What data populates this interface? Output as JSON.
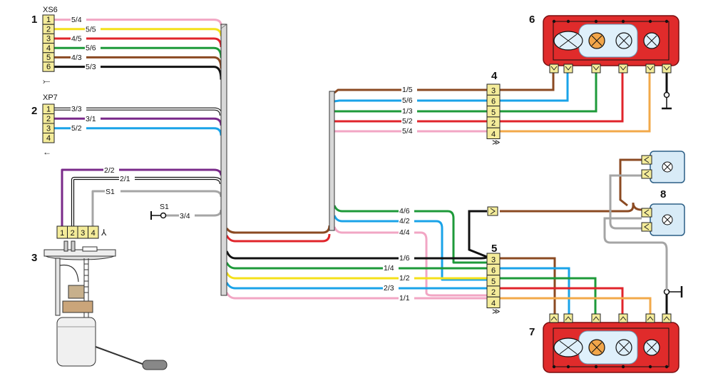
{
  "colors": {
    "pink": "#f2a6c4",
    "yellow": "#f4e01a",
    "red": "#e0242b",
    "green": "#1e9a3a",
    "brown": "#8b4a22",
    "black": "#111111",
    "white": "#ffffff",
    "violet": "#7a2a8a",
    "blue": "#1aa3e8",
    "grey": "#a5a5a5",
    "orange": "#f2a94a",
    "connector_fill": "#f4ec9a",
    "lamp_body": "#e02b2b",
    "lamp_white": "#dff0fb",
    "lamp_orange": "#f2a64a",
    "plug_fill": "#d8ebf7"
  },
  "components": {
    "c1": {
      "number": "1",
      "name": "XS6",
      "pins": [
        "1",
        "2",
        "3",
        "4",
        "5",
        "6"
      ],
      "symbol": "⤚"
    },
    "c2": {
      "number": "2",
      "name": "XP7",
      "pins": [
        "1",
        "2",
        "3",
        "4"
      ],
      "symbol": "←"
    },
    "c3": {
      "number": "3",
      "pins": [
        "1",
        "2",
        "3",
        "4"
      ],
      "symbol": "⅄"
    },
    "c4": {
      "number": "4",
      "pins": [
        "3",
        "6",
        "5",
        "2",
        "4"
      ],
      "symbol": "≫"
    },
    "c5": {
      "number": "5",
      "pins": [
        "3",
        "6",
        "5",
        "2",
        "4"
      ],
      "symbol": "≫"
    },
    "c6": {
      "number": "6"
    },
    "c7": {
      "number": "7"
    },
    "c8": {
      "number": "8"
    }
  },
  "ground_label": "S1",
  "wires": [
    {
      "id": "w1",
      "label": "5/4",
      "color": "pink"
    },
    {
      "id": "w2",
      "label": "5/5",
      "color": "yellow"
    },
    {
      "id": "w3",
      "label": "4/5",
      "color": "red"
    },
    {
      "id": "w4",
      "label": "5/6",
      "color": "green"
    },
    {
      "id": "w5",
      "label": "4/3",
      "color": "brown"
    },
    {
      "id": "w6",
      "label": "5/3",
      "color": "black"
    },
    {
      "id": "w7",
      "label": "3/3",
      "color": "white"
    },
    {
      "id": "w8",
      "label": "3/1",
      "color": "violet"
    },
    {
      "id": "w9",
      "label": "5/2",
      "color": "blue"
    },
    {
      "id": "w10",
      "label": "2/2",
      "color": "violet"
    },
    {
      "id": "w11",
      "label": "2/1",
      "color": "white"
    },
    {
      "id": "w12",
      "label": "S1",
      "color": "grey"
    },
    {
      "id": "w13",
      "label": "3/4",
      "color": "grey"
    },
    {
      "id": "w14",
      "label": "1/5",
      "color": "brown"
    },
    {
      "id": "w15",
      "label": "5/6",
      "color": "blue"
    },
    {
      "id": "w16",
      "label": "1/3",
      "color": "green"
    },
    {
      "id": "w17",
      "label": "5/2",
      "color": "red"
    },
    {
      "id": "w18",
      "label": "5/4",
      "color": "pink"
    },
    {
      "id": "w19",
      "label": "4/6",
      "color": "green"
    },
    {
      "id": "w20",
      "label": "4/2",
      "color": "blue"
    },
    {
      "id": "w21",
      "label": "4/4",
      "color": "pink"
    },
    {
      "id": "w22",
      "label": "1/6",
      "color": "black"
    },
    {
      "id": "w23",
      "label": "1/4",
      "color": "green"
    },
    {
      "id": "w24",
      "label": "1/2",
      "color": "yellow"
    },
    {
      "id": "w25",
      "label": "2/3",
      "color": "blue"
    },
    {
      "id": "w26",
      "label": "1/1",
      "color": "pink"
    }
  ]
}
